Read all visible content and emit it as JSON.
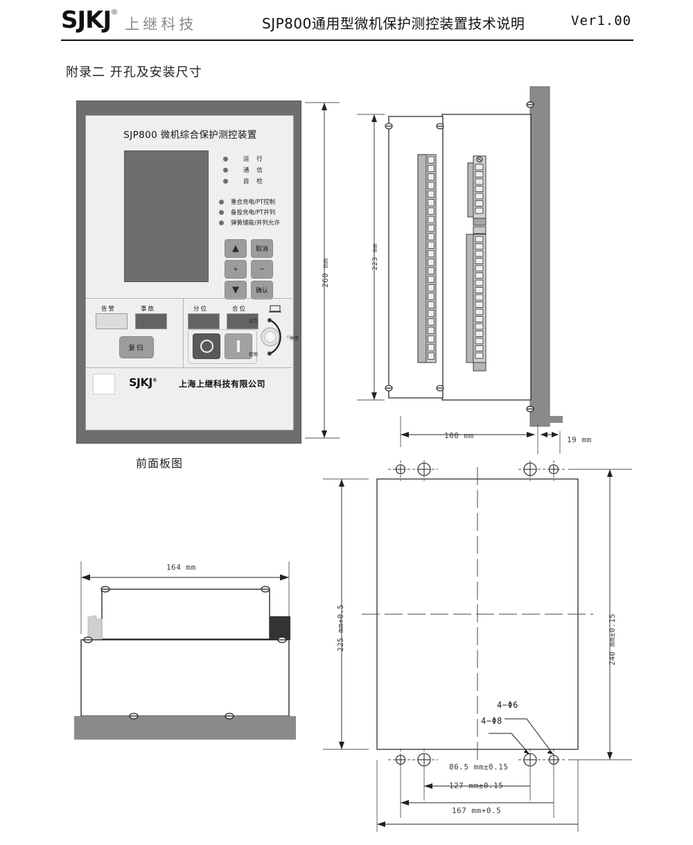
{
  "header": {
    "logo_text": "SJKJ",
    "logo_reg": "®",
    "logo_cn": "上继科技",
    "title": "SJP800通用型微机保护测控装置技术说明",
    "version": "Ver1.00"
  },
  "appendix": {
    "title": "附录二  开孔及安装尺寸"
  },
  "front_panel": {
    "caption": "前面板图",
    "device_title": "SJP800 微机综合保护测控装置",
    "leds_top": [
      {
        "label": "运  行"
      },
      {
        "label": "通  信"
      },
      {
        "label": "自  检"
      }
    ],
    "leds_bottom": [
      {
        "label": "重合充电/PT控制"
      },
      {
        "label": "备投充电/PT并列"
      },
      {
        "label": "弹簧储能/并列允许"
      }
    ],
    "keys": [
      {
        "name": "up",
        "label": "▲"
      },
      {
        "name": "cancel",
        "label": "取消"
      },
      {
        "name": "plus",
        "label": "+"
      },
      {
        "name": "minus",
        "label": "−"
      },
      {
        "name": "down",
        "label": "▼"
      },
      {
        "name": "confirm",
        "label": "确认"
      }
    ],
    "indicators": [
      {
        "name": "alarm",
        "label": "告警",
        "state": "light"
      },
      {
        "name": "fault",
        "label": "事故",
        "state": "dark"
      },
      {
        "name": "open-position",
        "label": "分位",
        "state": "dark"
      },
      {
        "name": "closed-position",
        "label": "合位",
        "state": "dark"
      }
    ],
    "reset_button": "复归",
    "breaker_open_button": "O",
    "breaker_close_button": "I",
    "rotary": {
      "remote": "远方",
      "disabled": "停用",
      "local": "就地"
    },
    "brand": "SJKJ",
    "brand_reg": "®",
    "company": "上海上继科技有限公司"
  },
  "dimensions": {
    "panel_height": "260 mm",
    "body_height": "223 mm",
    "body_depth": "100 mm",
    "flange_depth": "19 mm",
    "panel_width": "164 mm",
    "cutout_height": "225 mm+0.5",
    "hole_span_vertical": "240 mm±0.15",
    "hole_span_inner": "86.5 mm±0.15",
    "hole_span_mid": "127 mm±0.15",
    "cutout_width": "167 mm+0.5",
    "hole_note_6": "4−Φ6",
    "hole_note_8": "4−Φ8"
  },
  "colors": {
    "frame_gray": "#6e6e6e",
    "panel_light": "#efefef",
    "line_dark": "#1a1a1a",
    "dim_text": "#3a3a3a"
  }
}
